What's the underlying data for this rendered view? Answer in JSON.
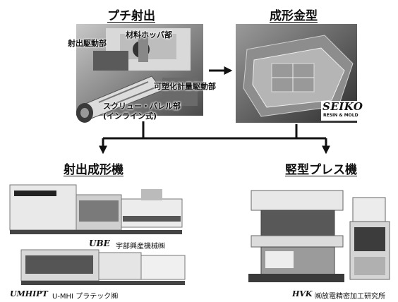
{
  "headings": {
    "petit_injection": "プチ射出",
    "mold": "成形金型",
    "injection_machine": "射出成形機",
    "vertical_press": "竪型プレス機"
  },
  "petit_labels": {
    "drive": "射出駆動部",
    "hopper": "材料ホッパ部",
    "plasticizing": "可塑化計量駆動部",
    "screw_line1": "スクリュー・バレル部",
    "screw_line2": "(インライン式)"
  },
  "mold_logo": {
    "name": "SEIKO",
    "sub": "RESIN & MOLD"
  },
  "captions": {
    "ube_logo": "UBE",
    "ube_company": "宇部興産機械㈱",
    "umhi_logo": "UMHIPT",
    "umhi_company": "U-MHI プラテック㈱",
    "hvk_logo": "HVK",
    "hvk_company": "㈱放電精密加工研究所"
  },
  "colors": {
    "arrow": "#111111",
    "machine_body": "#e6e6e6",
    "machine_dark": "#3a3a3a"
  }
}
